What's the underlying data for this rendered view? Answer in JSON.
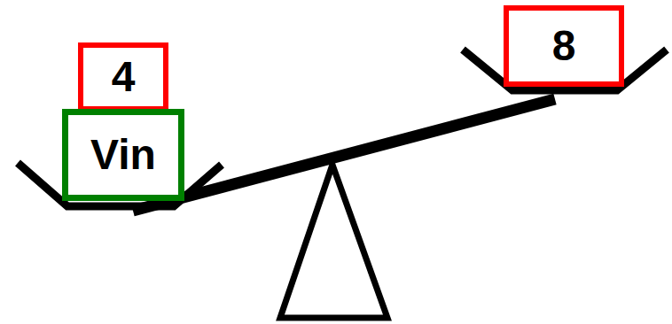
{
  "diagram": {
    "nodes": [
      {
        "text": [
          "4"
        ]
      },
      {
        "text": [
          "Vin"
        ]
      },
      {
        "text": [
          "8"
        ]
      }
    ]
  }
}
